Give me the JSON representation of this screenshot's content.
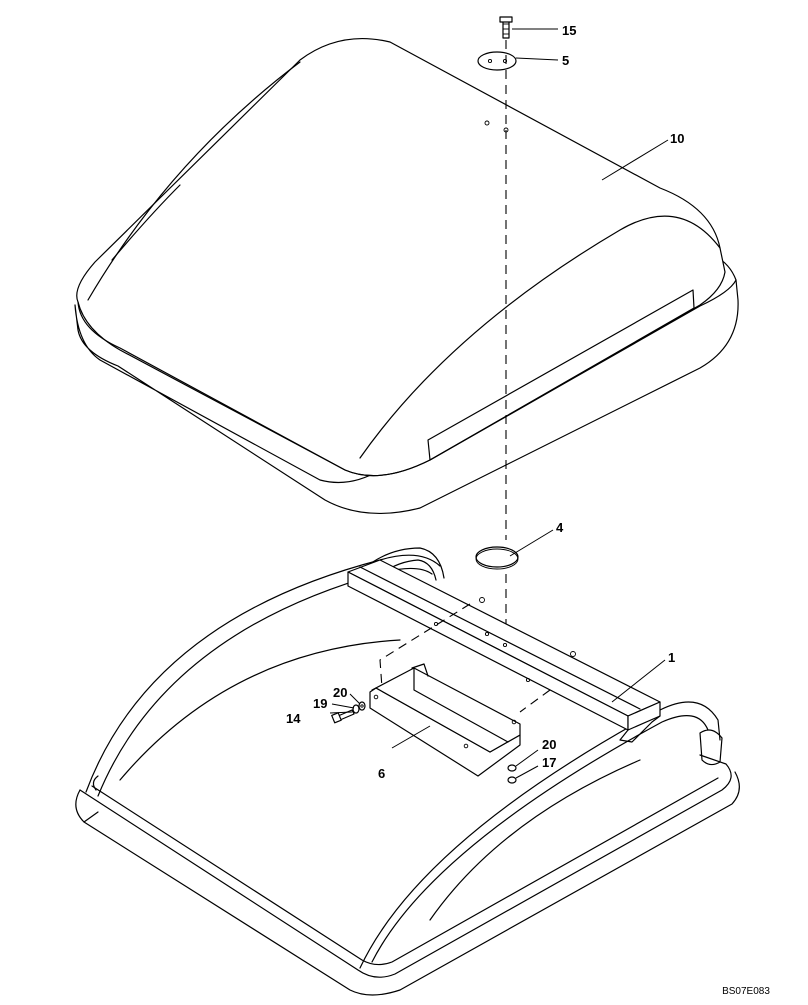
{
  "drawing": {
    "code": "BS07E083"
  },
  "callouts": {
    "c15": "15",
    "c5": "5",
    "c10": "10",
    "c4": "4",
    "c1": "1",
    "c20a": "20",
    "c19": "19",
    "c14": "14",
    "c6": "6",
    "c20b": "20",
    "c17": "17"
  }
}
